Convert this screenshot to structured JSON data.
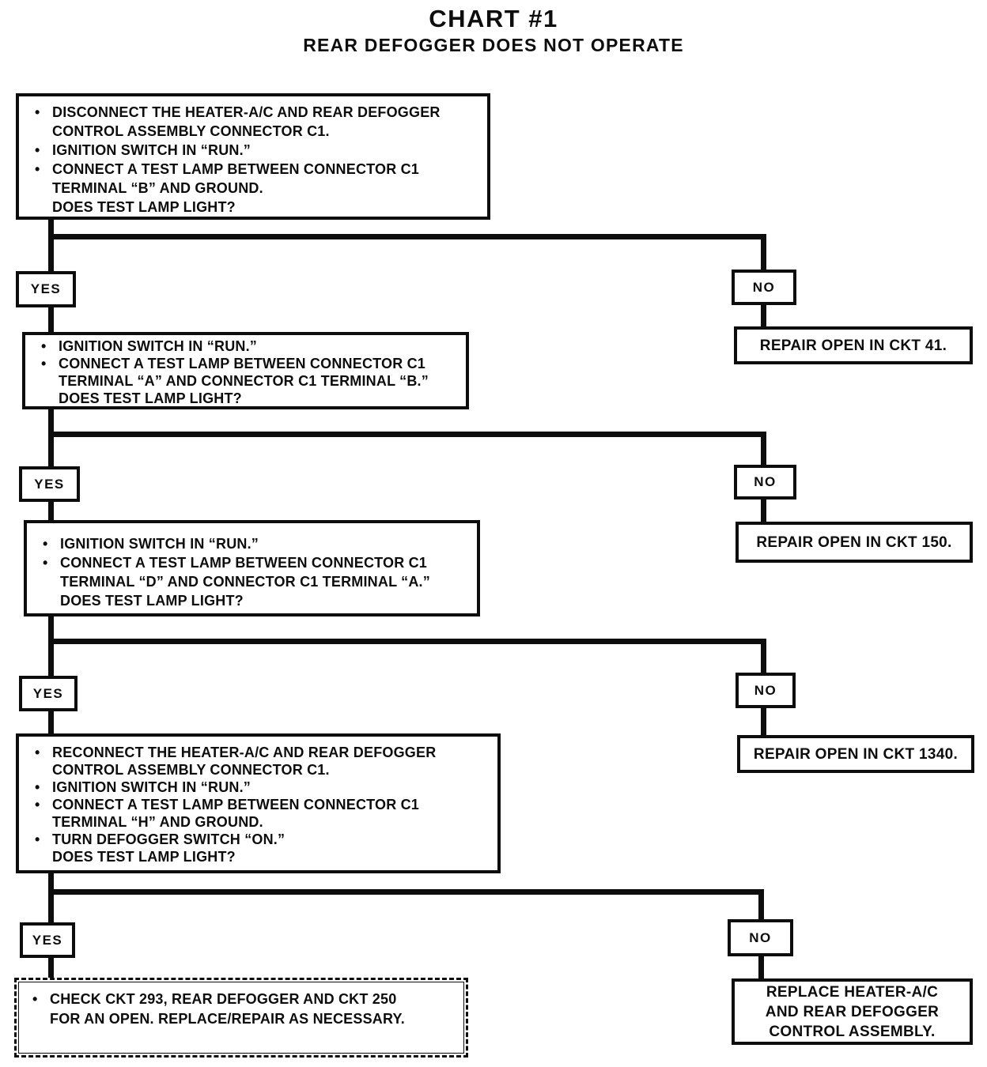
{
  "title": "CHART #1",
  "subtitle": "REAR DEFOGGER DOES NOT OPERATE",
  "flow": {
    "steps": [
      {
        "lines": [
          {
            "bullet": true,
            "text": "DISCONNECT THE HEATER-A/C AND REAR DEFOGGER"
          },
          {
            "bullet": false,
            "text": "CONTROL ASSEMBLY CONNECTOR C1."
          },
          {
            "bullet": true,
            "text": "IGNITION SWITCH IN “RUN.”"
          },
          {
            "bullet": true,
            "text": "CONNECT A TEST LAMP BETWEEN CONNECTOR C1"
          },
          {
            "bullet": false,
            "text": "TERMINAL “B” AND GROUND."
          },
          {
            "bullet": false,
            "text": "DOES TEST LAMP LIGHT?"
          }
        ],
        "yes_label": "YES",
        "no_label": "NO",
        "no_result": "REPAIR OPEN IN CKT 41."
      },
      {
        "lines": [
          {
            "bullet": true,
            "text": "IGNITION SWITCH IN “RUN.”"
          },
          {
            "bullet": true,
            "text": "CONNECT A TEST LAMP BETWEEN CONNECTOR C1"
          },
          {
            "bullet": false,
            "text": "TERMINAL “A” AND CONNECTOR C1 TERMINAL “B.”"
          },
          {
            "bullet": false,
            "text": "DOES TEST LAMP LIGHT?"
          }
        ],
        "yes_label": "YES",
        "no_label": "NO",
        "no_result": "REPAIR OPEN IN CKT 150."
      },
      {
        "lines": [
          {
            "bullet": true,
            "text": "IGNITION SWITCH IN “RUN.”"
          },
          {
            "bullet": true,
            "text": "CONNECT A TEST LAMP BETWEEN CONNECTOR C1"
          },
          {
            "bullet": false,
            "text": "TERMINAL “D” AND CONNECTOR C1 TERMINAL “A.”"
          },
          {
            "bullet": false,
            "text": "DOES TEST LAMP LIGHT?"
          }
        ],
        "yes_label": "YES",
        "no_label": "NO",
        "no_result": "REPAIR OPEN IN CKT 1340."
      },
      {
        "lines": [
          {
            "bullet": true,
            "text": "RECONNECT THE HEATER-A/C AND REAR DEFOGGER"
          },
          {
            "bullet": false,
            "text": "CONTROL ASSEMBLY CONNECTOR C1."
          },
          {
            "bullet": true,
            "text": "IGNITION SWITCH IN “RUN.”"
          },
          {
            "bullet": true,
            "text": "CONNECT A TEST LAMP BETWEEN CONNECTOR C1"
          },
          {
            "bullet": false,
            "text": "TERMINAL “H” AND GROUND."
          },
          {
            "bullet": true,
            "text": "TURN DEFOGGER SWITCH “ON.”"
          },
          {
            "bullet": false,
            "text": "DOES TEST LAMP LIGHT?"
          }
        ],
        "yes_label": "YES",
        "no_label": "NO"
      }
    ],
    "final_yes": {
      "lines": [
        {
          "bullet": true,
          "text": "CHECK CKT 293, REAR DEFOGGER AND CKT 250"
        },
        {
          "bullet": false,
          "text": "FOR AN OPEN. REPLACE/REPAIR AS NECESSARY."
        }
      ]
    },
    "final_no": {
      "lines": [
        "REPLACE HEATER-A/C",
        "AND REAR DEFOGGER",
        "CONTROL ASSEMBLY."
      ]
    }
  }
}
